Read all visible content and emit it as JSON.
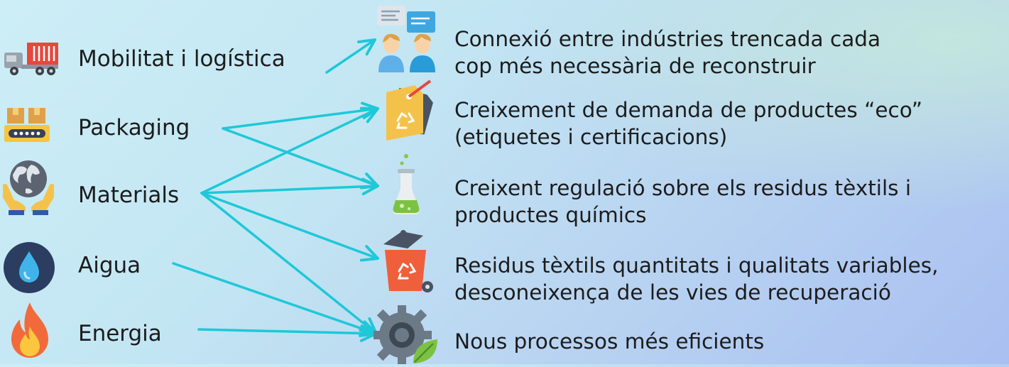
{
  "sources": [
    {
      "id": "mobilitat",
      "label": "Mobilitat i logística",
      "icon": "truck-icon"
    },
    {
      "id": "packaging",
      "label": "Packaging",
      "icon": "boxes-conveyor-icon"
    },
    {
      "id": "materials",
      "label": "Materials",
      "icon": "globe-hands-icon"
    },
    {
      "id": "aigua",
      "label": "Aigua",
      "icon": "water-drop-icon"
    },
    {
      "id": "energia",
      "label": "Energia",
      "icon": "flame-icon"
    }
  ],
  "targets": [
    {
      "id": "connexio",
      "lines": [
        "Connexió entre indústries trencada cada",
        "cop més necessària de reconstruir"
      ],
      "icon": "people-chat-icon"
    },
    {
      "id": "eco",
      "lines": [
        "Creixement de demanda de productes “eco”",
        "(etiquetes i certificacions)"
      ],
      "icon": "recycle-tag-icon"
    },
    {
      "id": "regulacio",
      "lines": [
        "Creixent regulació sobre els residus tèxtils i",
        "productes químics"
      ],
      "icon": "flask-icon"
    },
    {
      "id": "residus",
      "lines": [
        "Residus tèxtils quantitats i qualitats variables,",
        "desconeixença de les vies de recuperació"
      ],
      "icon": "recycle-bin-icon"
    },
    {
      "id": "processos",
      "lines": [
        "Nous processos més eficients"
      ],
      "icon": "gear-leaf-icon"
    }
  ],
  "connections": [
    {
      "from": "mobilitat",
      "to": "connexio"
    },
    {
      "from": "packaging",
      "to": "eco"
    },
    {
      "from": "packaging",
      "to": "regulacio"
    },
    {
      "from": "materials",
      "to": "eco"
    },
    {
      "from": "materials",
      "to": "regulacio"
    },
    {
      "from": "materials",
      "to": "residus"
    },
    {
      "from": "materials",
      "to": "processos"
    },
    {
      "from": "aigua",
      "to": "processos"
    },
    {
      "from": "energia",
      "to": "processos"
    }
  ],
  "colors": {
    "arrow": "#1ec8d8",
    "text": "#1c1c1c"
  }
}
